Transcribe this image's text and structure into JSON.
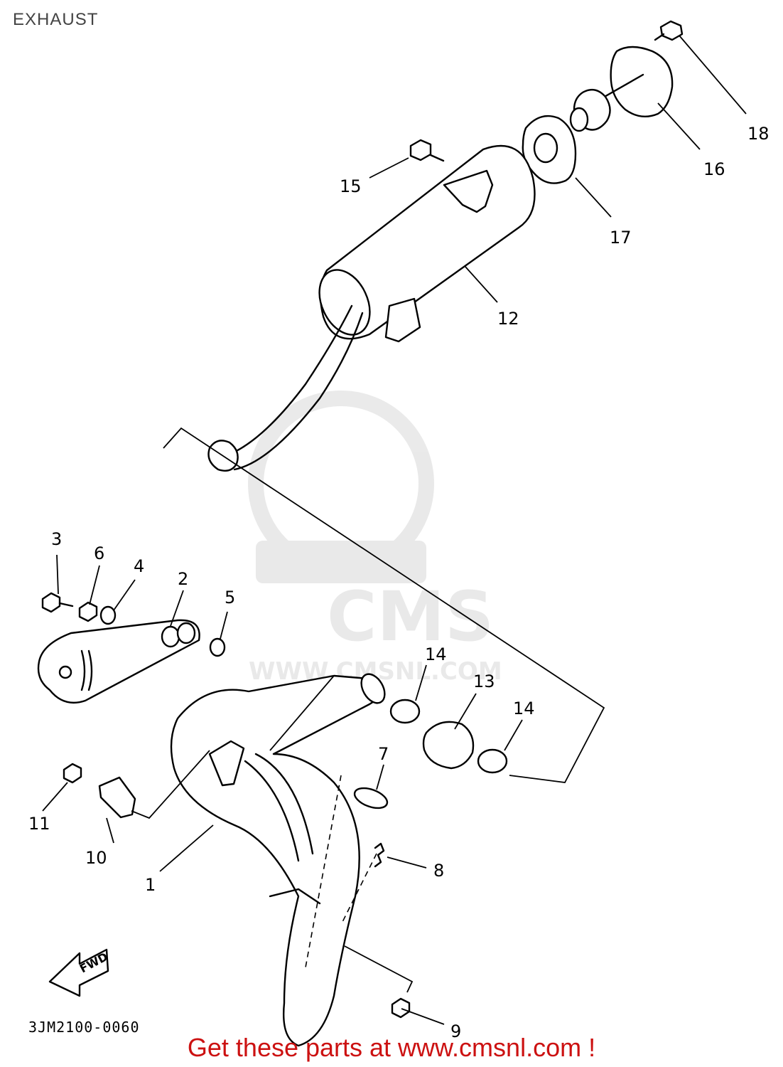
{
  "title": "EXHAUST",
  "diagram_code": "3JM2100-0060",
  "footer": "Get these parts at www.cmsnl.com !",
  "watermark": {
    "brand": "CMS",
    "url": "WWW.CMSNL.COM"
  },
  "fwd_label": "FWD",
  "callouts": [
    {
      "id": "1",
      "label": "1"
    },
    {
      "id": "2",
      "label": "2"
    },
    {
      "id": "3",
      "label": "3"
    },
    {
      "id": "4",
      "label": "4"
    },
    {
      "id": "5",
      "label": "5"
    },
    {
      "id": "6",
      "label": "6"
    },
    {
      "id": "7",
      "label": "7"
    },
    {
      "id": "8",
      "label": "8"
    },
    {
      "id": "9",
      "label": "9"
    },
    {
      "id": "10",
      "label": "10"
    },
    {
      "id": "11",
      "label": "11"
    },
    {
      "id": "12",
      "label": "12"
    },
    {
      "id": "13",
      "label": "13"
    },
    {
      "id": "14a",
      "label": "14"
    },
    {
      "id": "14b",
      "label": "14"
    },
    {
      "id": "15",
      "label": "15"
    },
    {
      "id": "16",
      "label": "16"
    },
    {
      "id": "17",
      "label": "17"
    },
    {
      "id": "18",
      "label": "18"
    }
  ]
}
